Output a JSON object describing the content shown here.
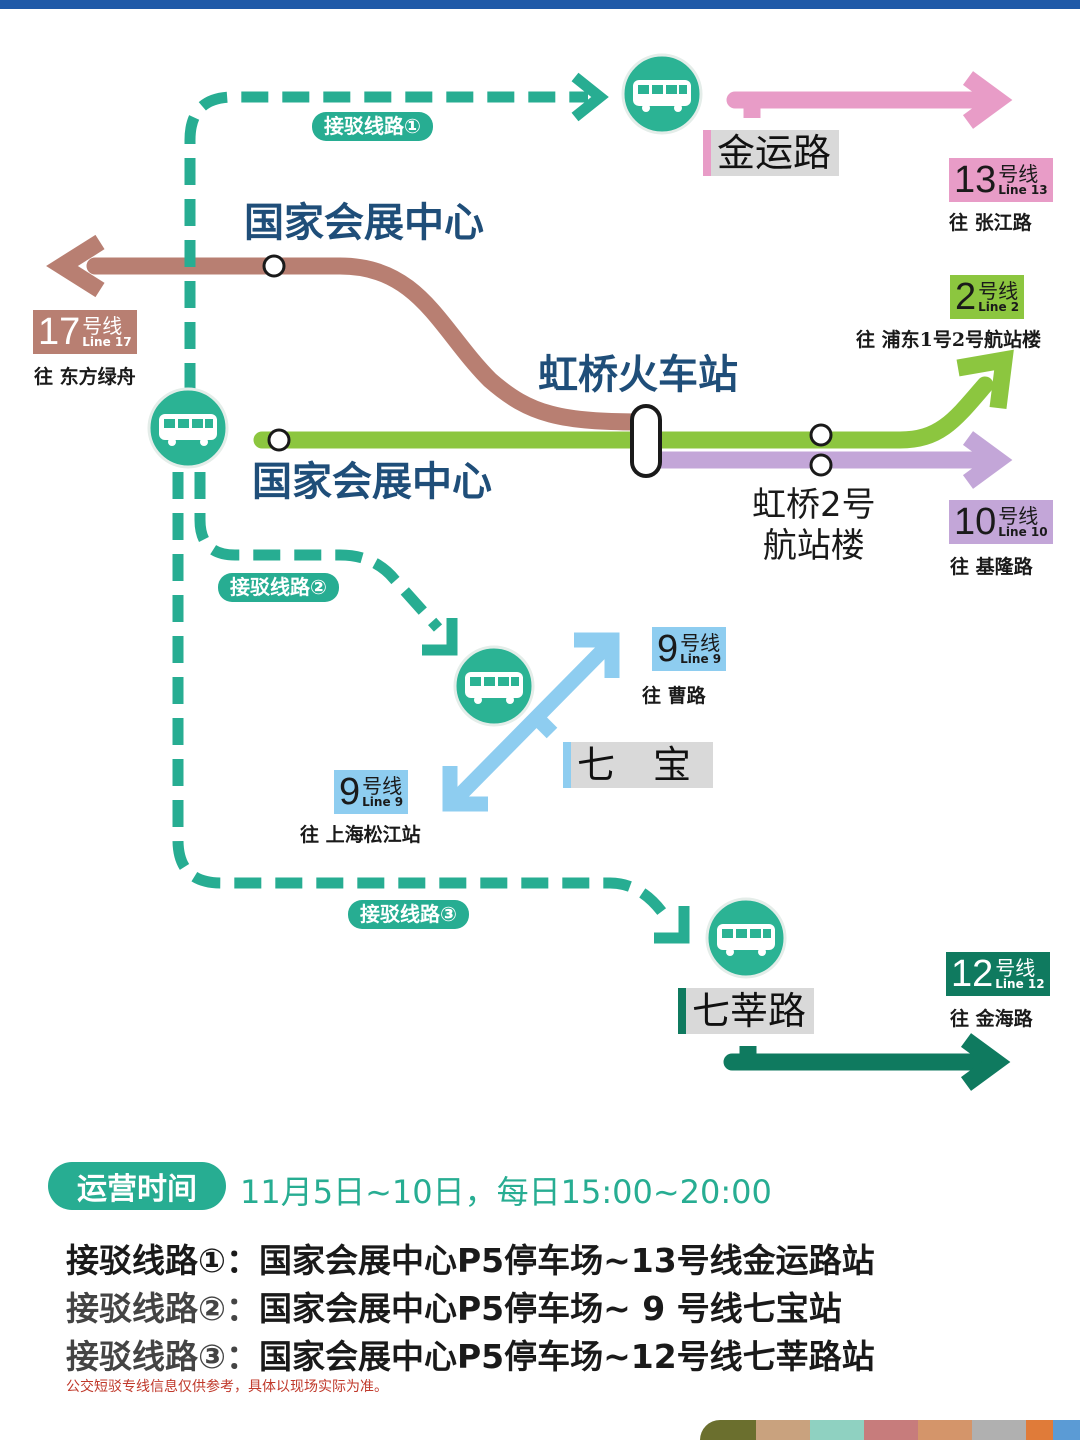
{
  "colors": {
    "header_blue": "#1f5aa8",
    "feeder_teal": "#27ad92",
    "line2_green": "#8cc63f",
    "line9_blue": "#8ecdf0",
    "line10_purple": "#c3a6d8",
    "line12_green": "#0f7a5f",
    "line13_pink": "#e89cc7",
    "line17_brown": "#b87f72",
    "bus_teal": "#2bb394"
  },
  "stations": {
    "expo_center_line17": "国家会展中心",
    "expo_center_line2": "国家会展中心",
    "hongqiao_railway": "虹桥火车站",
    "hongqiao_t2": "虹桥2号\n航站楼",
    "jinyun_road": "金运路",
    "qibao": "七　宝",
    "qixin_road": "七莘路"
  },
  "feeder_routes": {
    "r1": "接驳线路①",
    "r2": "接驳线路②",
    "r3": "接驳线路③"
  },
  "metro_lines": {
    "line13": {
      "num": "13",
      "cn": "号线",
      "en": "Line 13",
      "dest": "往  张江路"
    },
    "line2": {
      "num": "2",
      "cn": "号线",
      "en": "Line 2",
      "dest": "往  浦东1号2号航站楼"
    },
    "line17": {
      "num": "17",
      "cn": "号线",
      "en": "Line 17",
      "dest": "往  东方绿舟"
    },
    "line10": {
      "num": "10",
      "cn": "号线",
      "en": "Line 10",
      "dest": "往  基隆路"
    },
    "line9_north": {
      "num": "9",
      "cn": "号线",
      "en": "Line 9",
      "dest": "往  曹路"
    },
    "line9_south": {
      "num": "9",
      "cn": "号线",
      "en": "Line 9",
      "dest": "往  上海松江站"
    },
    "line12": {
      "num": "12",
      "cn": "号线",
      "en": "Line 12",
      "dest": "往  金海路"
    }
  },
  "info": {
    "title": "运营时间",
    "time": "11月5日~10日，每日15:00~20:00",
    "routes": [
      {
        "label": "接驳线路①：",
        "desc": "国家会展中心P5停车场~13号线金运路站"
      },
      {
        "label": "接驳线路②：",
        "desc": "国家会展中心P5停车场~ 9 号线七宝站"
      },
      {
        "label": "接驳线路③：",
        "desc": "国家会展中心P5停车场~12号线七莘路站"
      }
    ],
    "disclaimer": "公交短驳专线信息仅供参考，具体以现场实际为准。"
  },
  "bottom_deco_colors": [
    "#6b6f2e",
    "#c9a27e",
    "#8fd1c1",
    "#c77c7c",
    "#d4956a",
    "#b0b0b0",
    "#e07b39",
    "#5b9bd5"
  ]
}
